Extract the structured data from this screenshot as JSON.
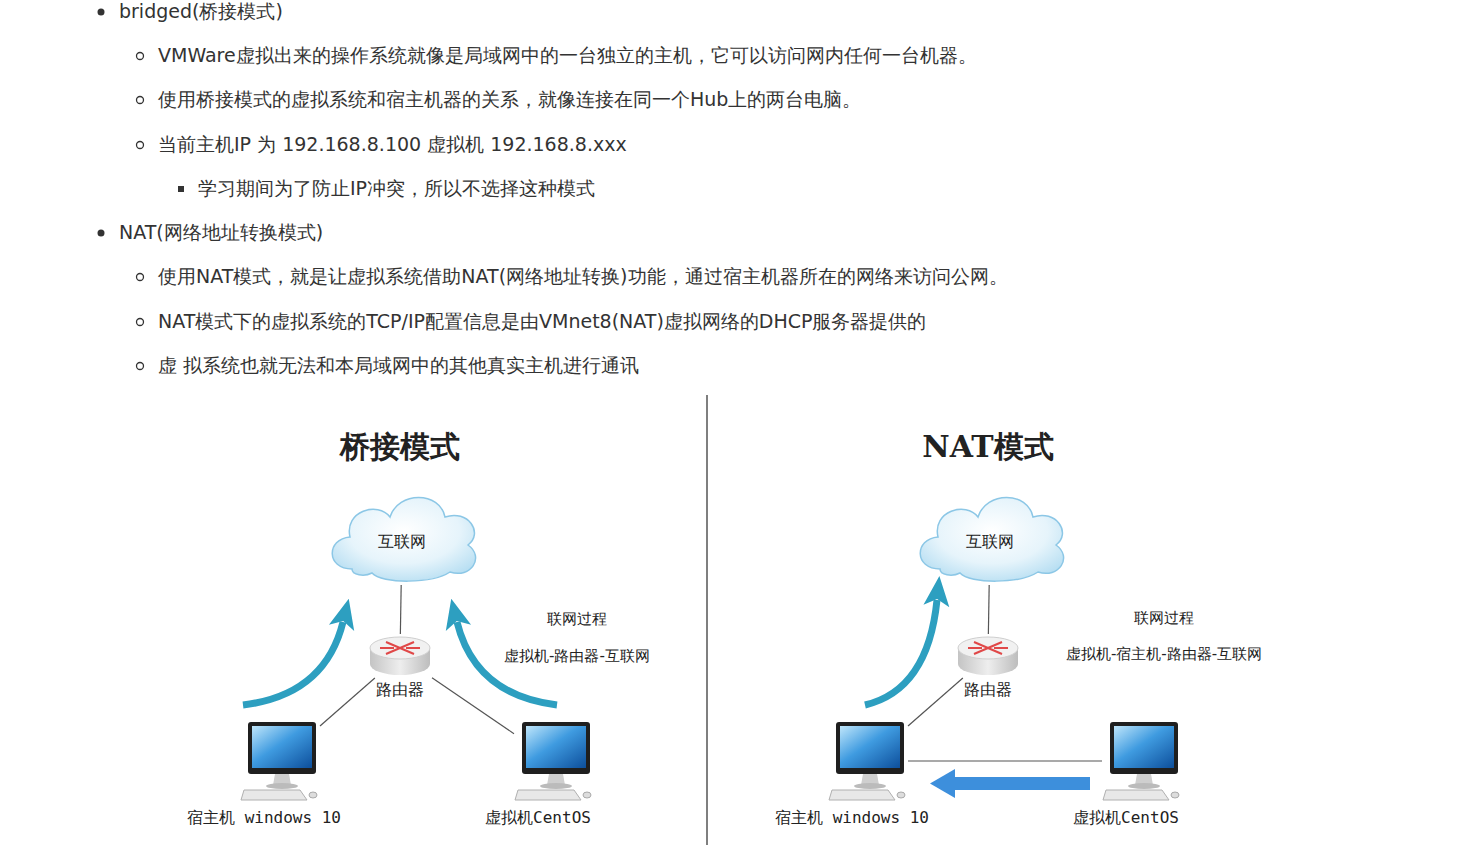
{
  "diagram": {
    "nodes": [
      {
        "text": [
          "互联网"
        ]
      },
      {
        "text": [
          "路由器"
        ]
      },
      {
        "text": [
          "宿主机 windows 10"
        ]
      },
      {
        "text": [
          "虚拟机CentOS"
        ]
      },
      {
        "text": [
          "互联网"
        ]
      },
      {
        "text": [
          "路由器"
        ]
      },
      {
        "text": [
          "宿主机 windows 10"
        ]
      },
      {
        "text": [
          "虚拟机CentOS"
        ]
      }
    ],
    "edges": [
      {
        "from": 0,
        "to": 1,
        "arrow": "none"
      },
      {
        "from": 1,
        "to": 2,
        "arrow": "none"
      },
      {
        "from": 1,
        "to": 3,
        "arrow": "none"
      },
      {
        "from": 4,
        "to": 5,
        "arrow": "none"
      },
      {
        "from": 5,
        "to": 6,
        "arrow": "none"
      },
      {
        "from": 6,
        "to": 7,
        "arrow": "none"
      }
    ],
    "labels": [
      "bridged(桥接模式)",
      "VMWare虚拟出来的操作系统就像是局域网中的一台独立的主机，它可以访问网内任何一台机器。",
      "使用桥接模式的虚拟系统和宿主机器的关系，就像连接在同一个Hub上的两台电脑。",
      "当前主机IP 为 192.168.8.100 虚拟机 192.168.8.xxx",
      "学习期间为了防止IP冲突，所以不选择这种模式",
      "NAT(网络地址转换模式)",
      "使用NAT模式，就是让虚拟系统借助NAT(网络地址转换)功能，通过宿主机器所在的网络来访问公网。",
      "NAT模式下的虚拟系统的TCP/IP配置信息是由VMnet8(NAT)虚拟网络的DHCP服务器提供的",
      "虚 拟系统也就无法和本局域网中的其他真实主机进行通讯",
      "桥接模式",
      "联网过程",
      "虚拟机-路由器-互联网",
      "NAT模式",
      "联网过程",
      "虚拟机-宿主机-路由器-互联网"
    ]
  }
}
